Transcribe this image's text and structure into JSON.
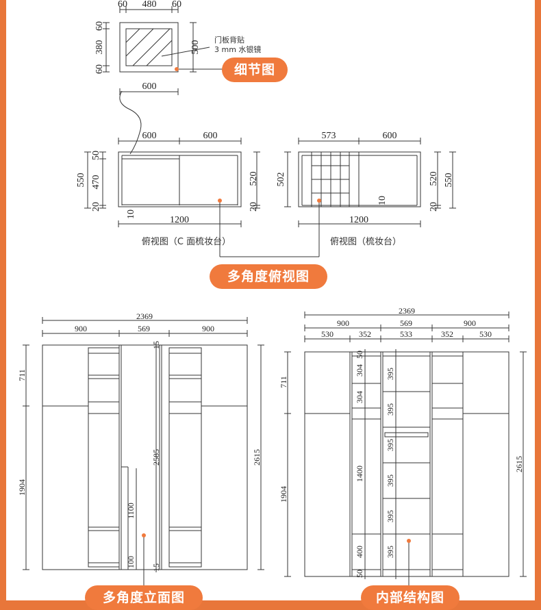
{
  "colors": {
    "accent": "#f07a3d",
    "border": "#e8763a",
    "line": "#333333"
  },
  "detail": {
    "dims_top": [
      "60",
      "480",
      "60"
    ],
    "dims_left": [
      "60",
      "380",
      "60"
    ],
    "dim_right": "500",
    "dim_bottom": "600",
    "note_line1": "门板背贴",
    "note_line2": "3 mm 水银镜",
    "label": "细节图"
  },
  "plan_left": {
    "top": [
      "600",
      "600"
    ],
    "left_total": "550",
    "left": [
      "50",
      "470",
      "20"
    ],
    "right": [
      "520",
      "20"
    ],
    "small": "10",
    "bottom": "1200",
    "caption": "俯视图（C 面梳妆台）"
  },
  "plan_right": {
    "top": [
      "573",
      "600"
    ],
    "left": "502",
    "right": [
      "520",
      "20"
    ],
    "right_total": "550",
    "small": "10",
    "bottom": "1200",
    "caption": "俯视图（梳妆台）"
  },
  "plan_label": "多角度俯视图",
  "elev_left": {
    "total": "2369",
    "row": [
      "900",
      "569",
      "900"
    ],
    "left": [
      "711",
      "1904"
    ],
    "center": [
      "15",
      "2585",
      "1100",
      "100",
      "15"
    ],
    "right": "2615",
    "label": "多角度立面图"
  },
  "elev_right": {
    "total": "2369",
    "row1": [
      "900",
      "569",
      "900"
    ],
    "row2": [
      "530",
      "352",
      "533",
      "352",
      "530"
    ],
    "left": [
      "711",
      "1904"
    ],
    "col_a": [
      "50",
      "304",
      "304",
      "1400",
      "400",
      "50"
    ],
    "col_b": [
      "395",
      "395",
      "395",
      "395",
      "395",
      "395"
    ],
    "right": "2615",
    "label": "内部结构图"
  }
}
